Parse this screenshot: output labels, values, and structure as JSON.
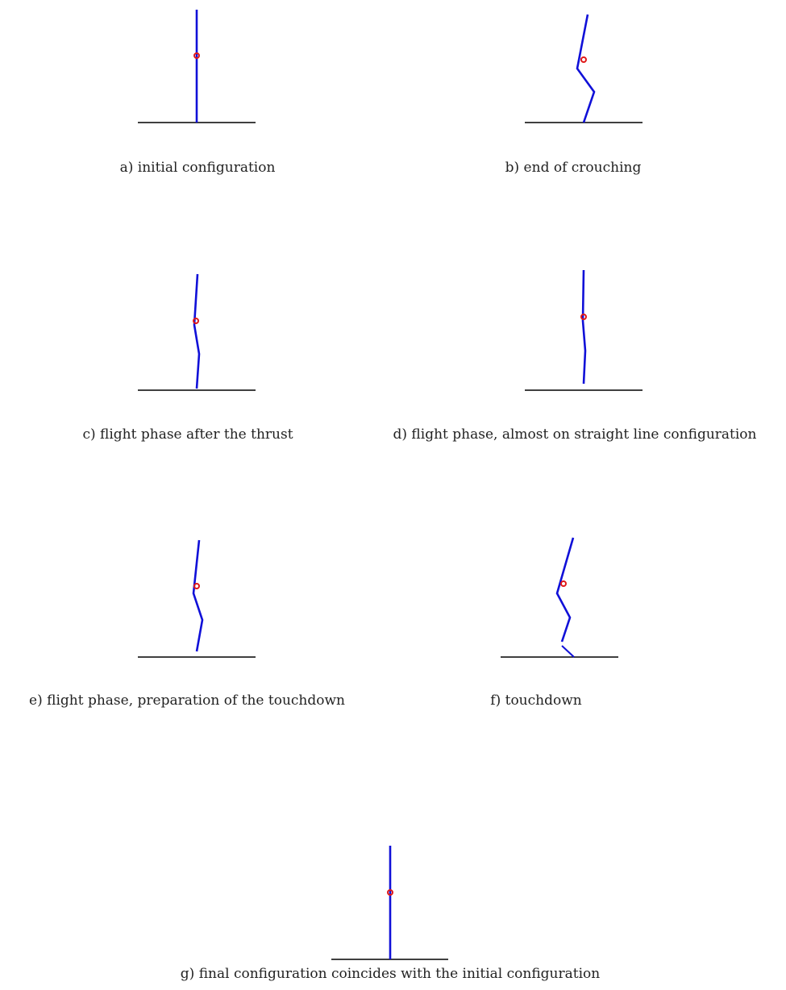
{
  "figure": {
    "colors": {
      "link": "#1010d8",
      "center_of_mass": "#e01818",
      "ground": "#000000",
      "caption": "#222222"
    },
    "panels": [
      {
        "id": "a",
        "caption": "a) initial configuration"
      },
      {
        "id": "b",
        "caption": "b) end of crouching"
      },
      {
        "id": "c",
        "caption": "c) flight phase after the thrust"
      },
      {
        "id": "d",
        "caption": "d) flight phase, almost on straight line configuration"
      },
      {
        "id": "e",
        "caption": "e) flight phase, preparation of the touchdown"
      },
      {
        "id": "f",
        "caption": "f) touchdown"
      },
      {
        "id": "g",
        "caption": "g) final configuration coincides with the initial configuration"
      }
    ]
  }
}
